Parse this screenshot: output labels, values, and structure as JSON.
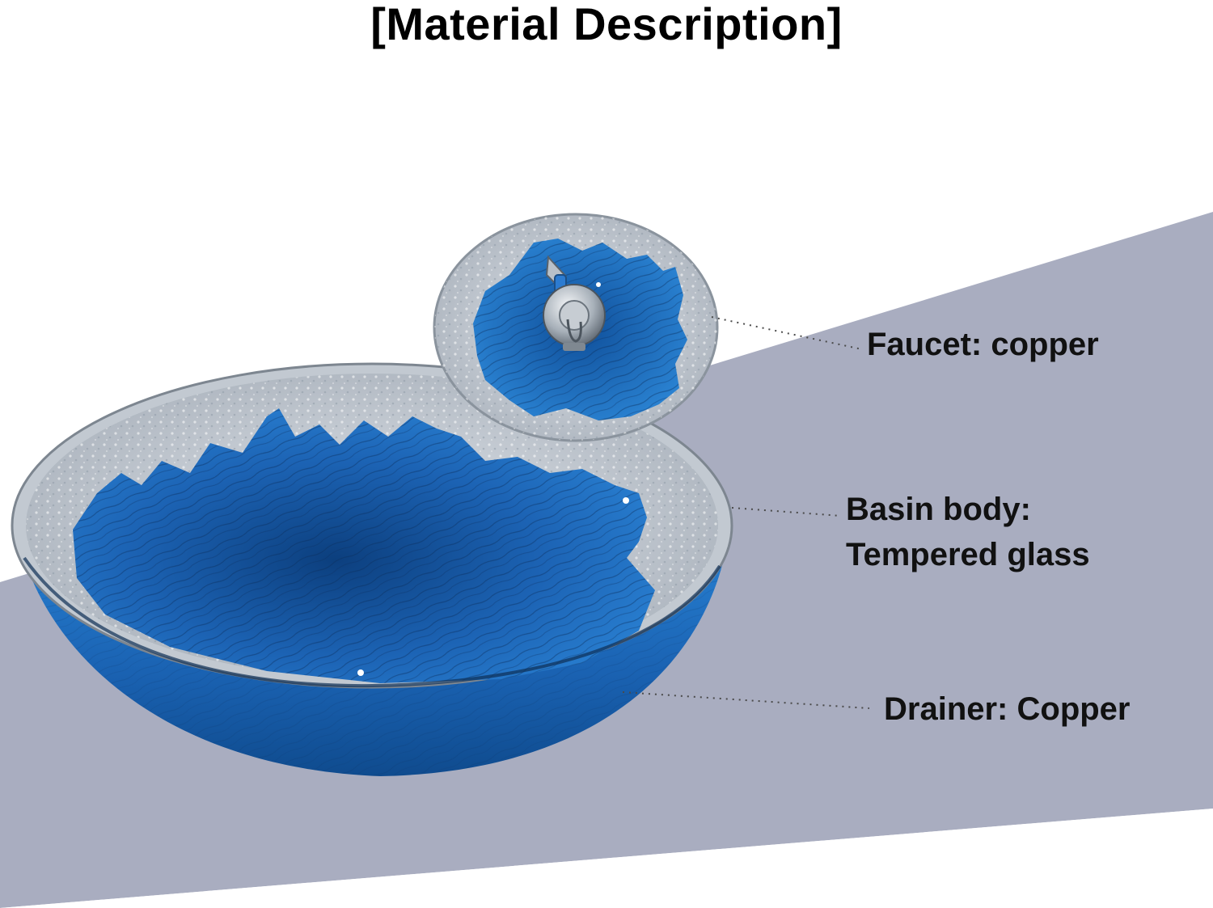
{
  "title": "[Material Description]",
  "labels": {
    "faucet": "Faucet: copper",
    "basin_line1": "Basin body:",
    "basin_line2": "Tempered glass",
    "drainer": "Drainer: Copper"
  },
  "colors": {
    "band": "#a9adc0",
    "glass_blue": "#1f6fc0",
    "deep_blue": "#0d4a8f",
    "silver_rim": "#c8ced6",
    "chrome": "#9aa3ad",
    "text": "#111111"
  },
  "image": {
    "subject": "vessel-sink-with-waterfall-faucet"
  }
}
